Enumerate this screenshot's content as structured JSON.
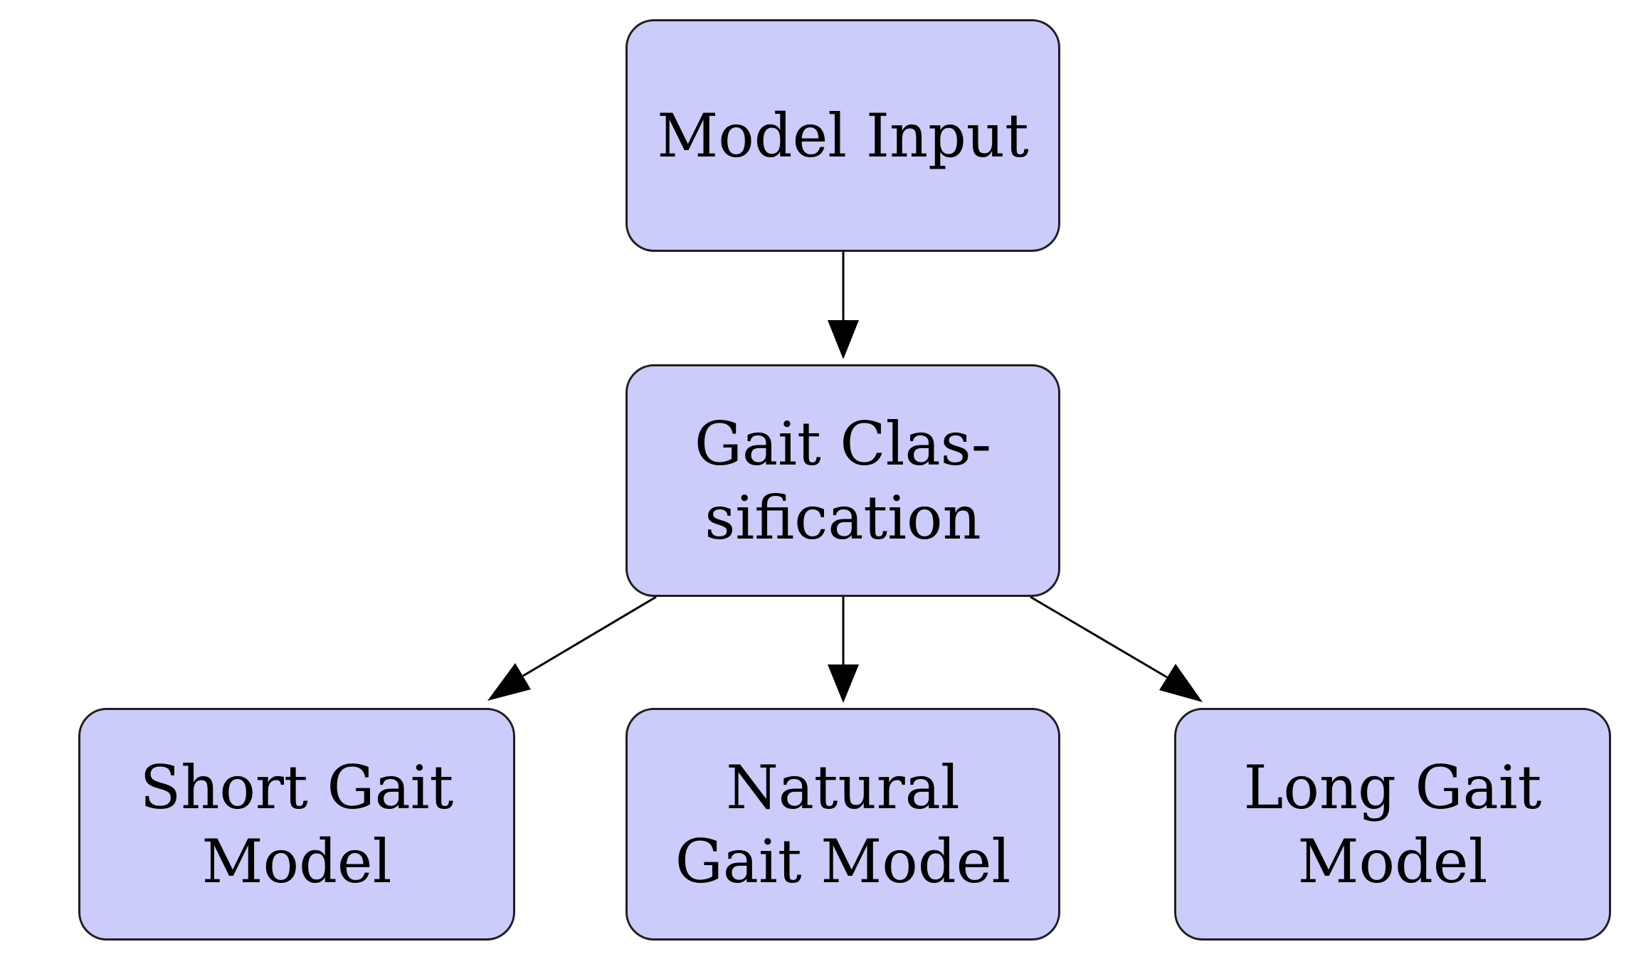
{
  "diagram": {
    "nodes": [
      {
        "id": "model-input",
        "lines": [
          "Model Input"
        ]
      },
      {
        "id": "gait-classification",
        "lines": [
          "Gait Clas-",
          "sification"
        ]
      },
      {
        "id": "short-gait-model",
        "lines": [
          "Short Gait",
          "Model"
        ]
      },
      {
        "id": "natural-gait-model",
        "lines": [
          "Natural",
          "Gait Model"
        ]
      },
      {
        "id": "long-gait-model",
        "lines": [
          "Long Gait",
          "Model"
        ]
      }
    ],
    "edges": [
      {
        "from": "model-input",
        "to": "gait-classification"
      },
      {
        "from": "gait-classification",
        "to": "short-gait-model"
      },
      {
        "from": "gait-classification",
        "to": "natural-gait-model"
      },
      {
        "from": "gait-classification",
        "to": "long-gait-model"
      }
    ],
    "colors": {
      "node_fill": "#ccccfb",
      "node_border": "#1f1f1f",
      "edge": "#000000"
    }
  }
}
